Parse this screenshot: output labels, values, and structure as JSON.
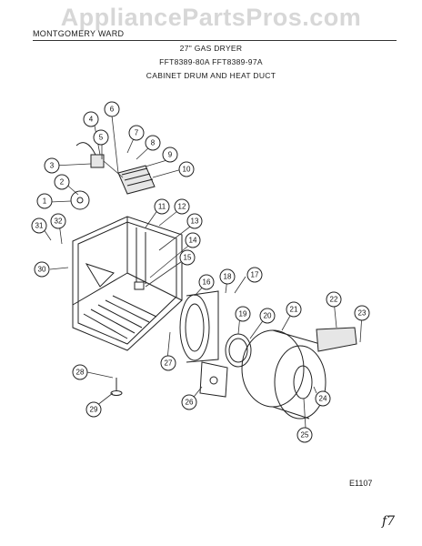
{
  "watermark": "AppliancePartsPros.com",
  "header": {
    "brand": "MONTGOMERY WARD",
    "line1": "27\" GAS DRYER",
    "line2": "FFT8389-80A  FFT8389-97A",
    "line3": "CABINET DRUM AND HEAT DUCT"
  },
  "footer": {
    "code": "E1107",
    "note": "f7"
  },
  "callouts": [
    "1",
    "2",
    "3",
    "4",
    "5",
    "6",
    "7",
    "8",
    "9",
    "10",
    "11",
    "12",
    "13",
    "14",
    "15",
    "16",
    "17",
    "18",
    "19",
    "20",
    "21",
    "22",
    "23",
    "24",
    "25",
    "26",
    "27",
    "28",
    "29",
    "30",
    "31",
    "32"
  ]
}
